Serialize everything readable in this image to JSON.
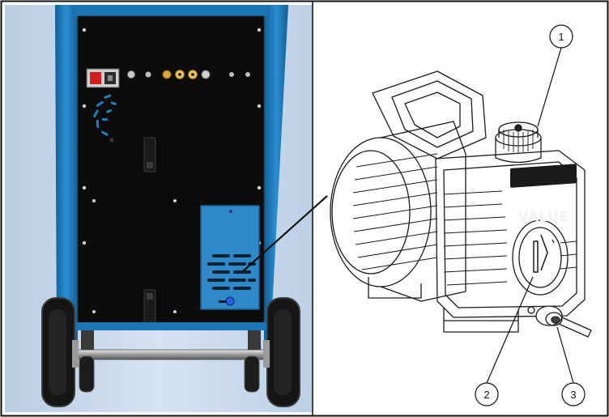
{
  "figure": {
    "brand": "VALUE",
    "callouts": [
      {
        "id": "1",
        "label": "1"
      },
      {
        "id": "2",
        "label": "2"
      },
      {
        "id": "3",
        "label": "3"
      }
    ]
  },
  "colors": {
    "frame_blue": "#1f7fc0",
    "panel_black": "#0b0b0b",
    "background_left": "#c8d8ea",
    "pump_outline": "#1a1a1a",
    "power_switch_red": "#d21e1e"
  }
}
